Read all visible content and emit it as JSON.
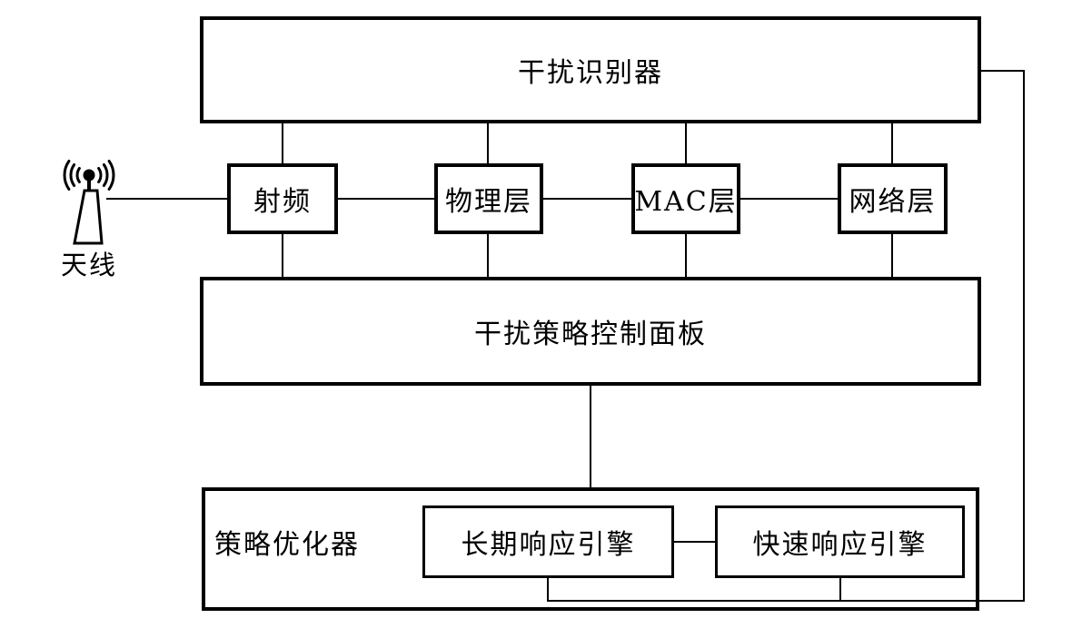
{
  "diagram": {
    "colors": {
      "line": "#000000",
      "background": "#ffffff"
    },
    "top_box": {
      "label": "干扰识别器"
    },
    "antenna": {
      "label": "天线",
      "icon": "antenna-icon"
    },
    "layer_boxes": [
      {
        "label": "射频"
      },
      {
        "label": "物理层"
      },
      {
        "label": "MAC层"
      },
      {
        "label": "网络层"
      }
    ],
    "panel_box": {
      "label": "干扰策略控制面板"
    },
    "optimizer_box": {
      "label": "策略优化器"
    },
    "engine_boxes": [
      {
        "label": "长期响应引擎"
      },
      {
        "label": "快速响应引擎"
      }
    ]
  }
}
